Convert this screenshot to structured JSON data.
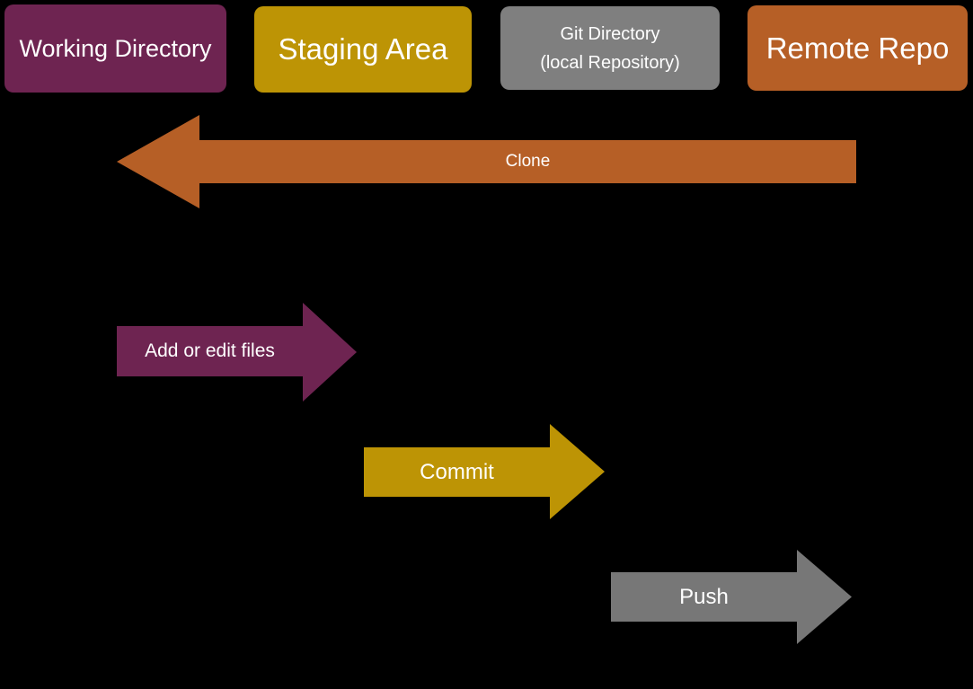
{
  "colors": {
    "background": "#000000",
    "purple": "#6E2451",
    "gold": "#BD9405",
    "gray_box": "#7F7F7F",
    "gray_arrow": "#777777",
    "orange": "#B65F26",
    "text": "#FFFFFF"
  },
  "boxes": [
    {
      "id": "working-directory",
      "label": "Working Directory",
      "color": "#6E2451"
    },
    {
      "id": "staging-area",
      "label": "Staging Area",
      "color": "#BD9405"
    },
    {
      "id": "git-directory",
      "label_line1": "Git Directory",
      "label_line2": "(local Repository)",
      "color": "#7F7F7F"
    },
    {
      "id": "remote-repo",
      "label": "Remote Repo",
      "color": "#B65F26"
    }
  ],
  "arrows": [
    {
      "id": "clone",
      "label": "Clone",
      "direction": "left",
      "from": "remote-repo",
      "to": "working-directory",
      "color": "#B65F26"
    },
    {
      "id": "add-or-edit-files",
      "label": "Add or edit files",
      "direction": "right",
      "from": "working-directory",
      "to": "staging-area",
      "color": "#6E2451"
    },
    {
      "id": "commit",
      "label": "Commit",
      "direction": "right",
      "from": "staging-area",
      "to": "git-directory",
      "color": "#BD9405"
    },
    {
      "id": "push",
      "label": "Push",
      "direction": "right",
      "from": "git-directory",
      "to": "remote-repo",
      "color": "#777777"
    }
  ]
}
